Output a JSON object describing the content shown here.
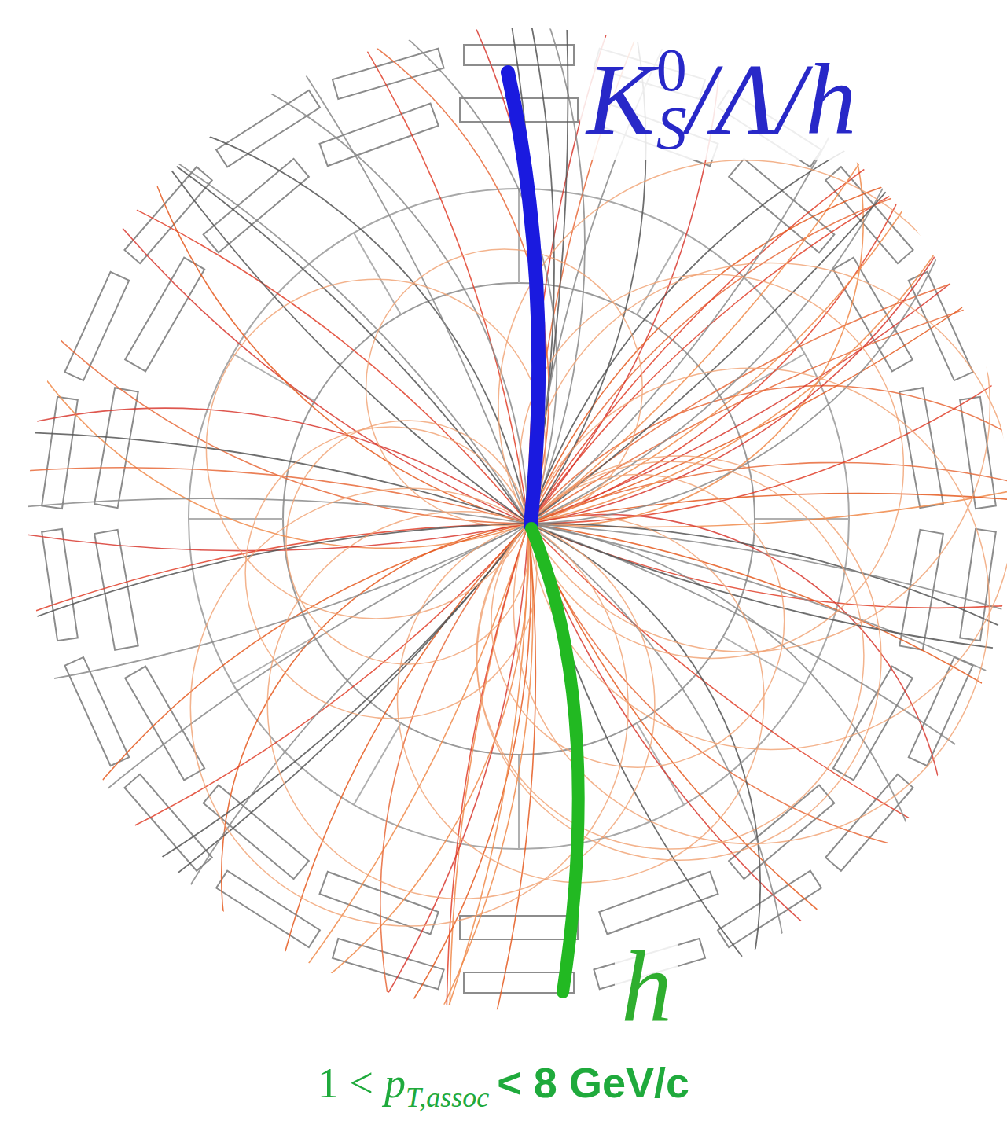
{
  "diagram": {
    "labels": [
      "K",
      "0",
      "S",
      "/Λ/h",
      "h",
      "1 <",
      "p",
      "T,assoc",
      "< 8 GeV/c"
    ]
  }
}
